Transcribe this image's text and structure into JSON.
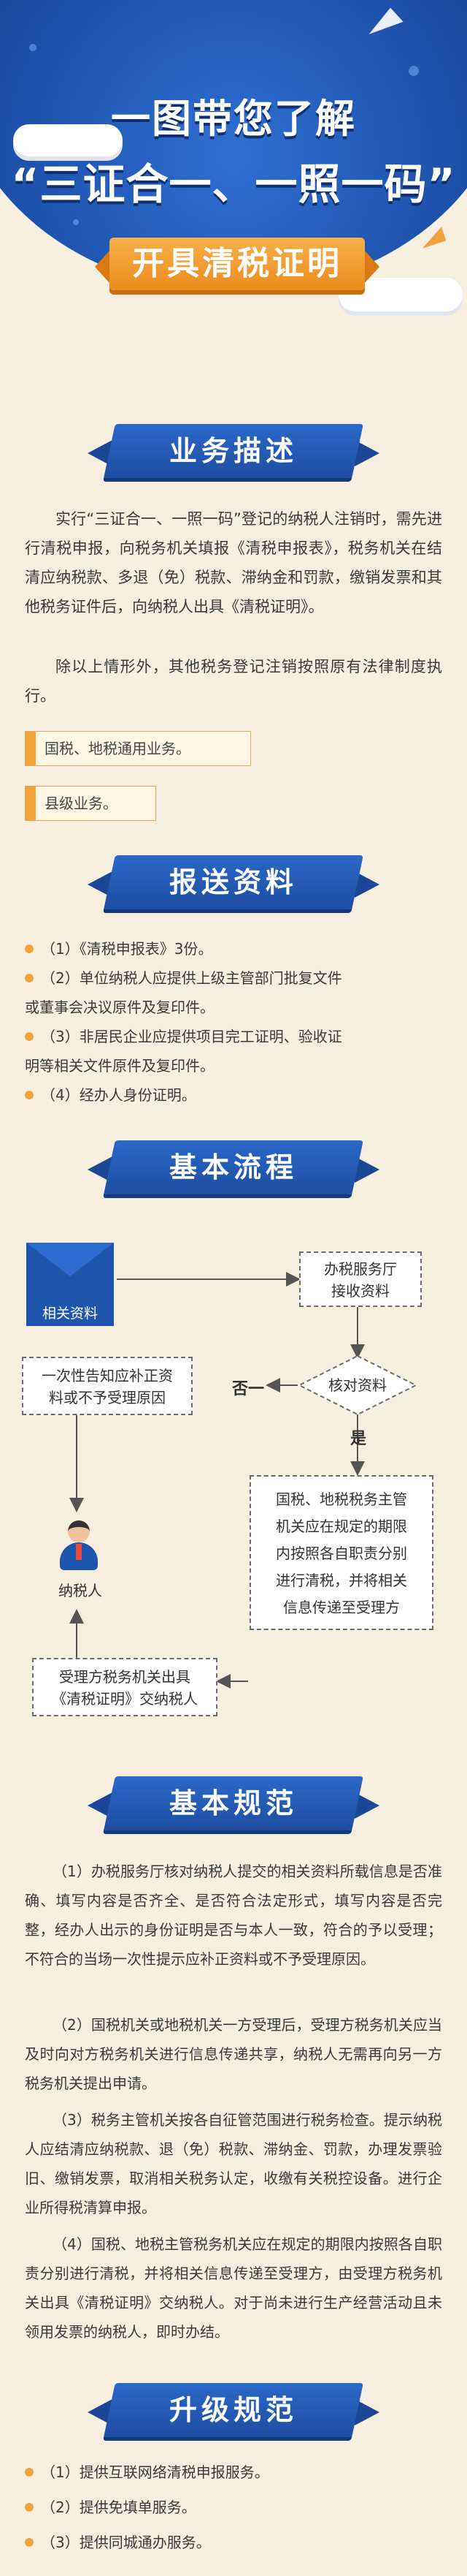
{
  "hero": {
    "line1": "一图带您了解",
    "line2": "“三证合一、一照一码”",
    "ribbon": "开具清税证明"
  },
  "sections": {
    "business": {
      "title": "业务描述",
      "para1": "实行“三证合一、一照一码”登记的纳税人注销时，需先进行清税申报，向税务机关填报《清税申报表》，税务机关在结清应纳税款、多退（免）税款、滞纳金和罚款，缴销发票和其他税务证件后，向纳税人出具《清税证明》。",
      "para2": "除以上情形外，其他税务登记注销按照原有法律制度执行。",
      "tag1": "国税、地税通用业务。",
      "tag2": "县级业务。"
    },
    "materials": {
      "title": "报送资料",
      "items": [
        "（1）《清税申报表》3份。",
        "（2）单位纳税人应提供上级主管部门批复文件",
        "或董事会决议原件及复印件。",
        "（3）非居民企业应提供项目完工证明、验收证",
        "明等相关文件原件及复印件。",
        "（4）经办人身份证明。"
      ]
    },
    "process": {
      "title": "基本流程",
      "env_label": "相关资料",
      "office": [
        "办税服务厅",
        "接收资料"
      ],
      "check": "核对资料",
      "no_word": "否一",
      "yes_word": "是",
      "notify": [
        "一次性告知应补正资",
        "料或不予受理原因"
      ],
      "taxpayer": "纳税人",
      "bureau": [
        "国税、地税税务主管",
        "机关应在规定的期限",
        "内按照各自职责分别",
        "进行清税，并将相关",
        "信息传递至受理方"
      ],
      "accept": [
        "受理方税务机关出具",
        "《清税证明》交纳税人"
      ]
    },
    "rules": {
      "title": "基本规范",
      "r1": "（1）办税服务厅核对纳税人提交的相关资料所载信息是否准确、填写内容是否齐全、是否符合法定形式，填写内容是否完整，经办人出示的身份证明是否与本人一致，符合的予以受理；不符合的当场一次性提示应补正资料或不予受理原因。",
      "r2": "（2）国税机关或地税机关一方受理后，受理方税务机关应当及时向对方税务机关进行信息传递共享，纳税人无需再向另一方税务机关提出申请。",
      "r3": "（3）税务主管机关按各自征管范围进行税务检查。提示纳税人应结清应纳税款、退（免）税款、滞纳金、罚款，办理发票验旧、缴销发票，取消相关税务认定，收缴有关税控设备。进行企业所得税清算申报。",
      "r4": "（4）国税、地税主管税务机关应在规定的期限内按照各自职责分别进行清税，并将相关信息传递至受理方，由受理方税务机关出具《清税证明》交纳税人。对于尚未进行生产经营活动且未领用发票的纳税人，即时办结。"
    },
    "upgrade": {
      "title": "升级规范",
      "items": [
        "（1）提供互联网络清税申报服务。",
        "（2）提供免填单服务。",
        "（3）提供同城通办服务。"
      ]
    }
  },
  "colors": {
    "brand_blue": "#1f56ad",
    "accent_orange": "#f2a33a",
    "background": "#f6efe0"
  }
}
